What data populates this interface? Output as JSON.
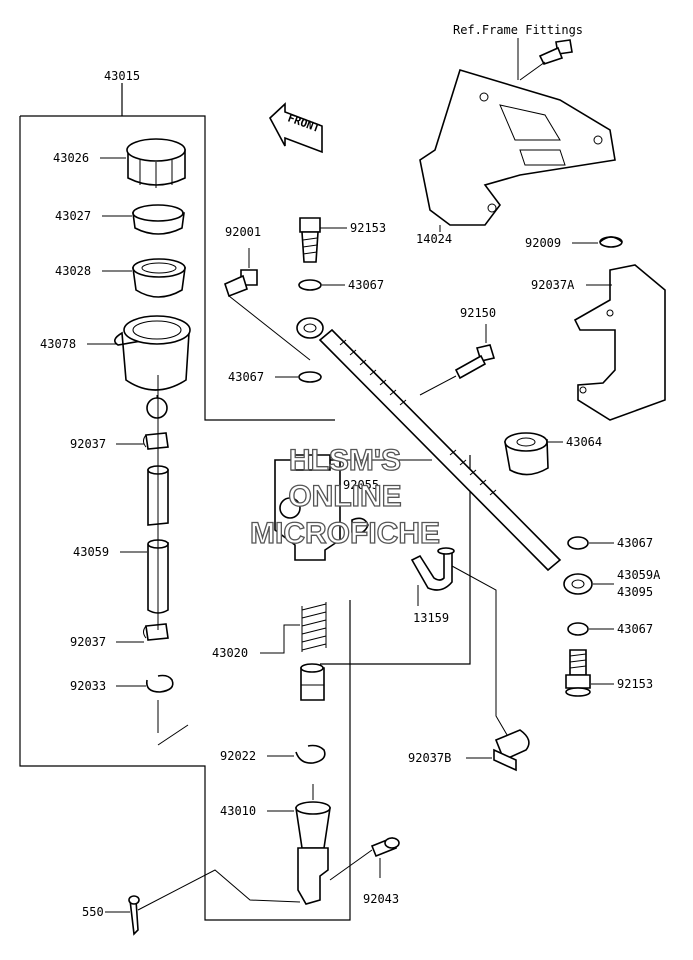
{
  "diagram": {
    "ref_label": "Ref.Frame Fittings",
    "front_label": "FRONT",
    "watermark": [
      "HLSM'S",
      "ONLINE",
      "MICROFICHE"
    ],
    "parts": [
      {
        "id": "43015"
      },
      {
        "id": "43026"
      },
      {
        "id": "43027"
      },
      {
        "id": "43028"
      },
      {
        "id": "43078"
      },
      {
        "id": "92037"
      },
      {
        "id": "43059"
      },
      {
        "id": "92037"
      },
      {
        "id": "92033"
      },
      {
        "id": "92001"
      },
      {
        "id": "92153"
      },
      {
        "id": "43067"
      },
      {
        "id": "43067"
      },
      {
        "id": "92150"
      },
      {
        "id": "92055"
      },
      {
        "id": "43020"
      },
      {
        "id": "92022"
      },
      {
        "id": "43010"
      },
      {
        "id": "92043"
      },
      {
        "id": "550"
      },
      {
        "id": "14024"
      },
      {
        "id": "92009"
      },
      {
        "id": "92037A"
      },
      {
        "id": "43064"
      },
      {
        "id": "43067"
      },
      {
        "id": "43059A"
      },
      {
        "id": "43095"
      },
      {
        "id": "43067"
      },
      {
        "id": "92153"
      },
      {
        "id": "13159"
      },
      {
        "id": "92037B"
      }
    ]
  }
}
